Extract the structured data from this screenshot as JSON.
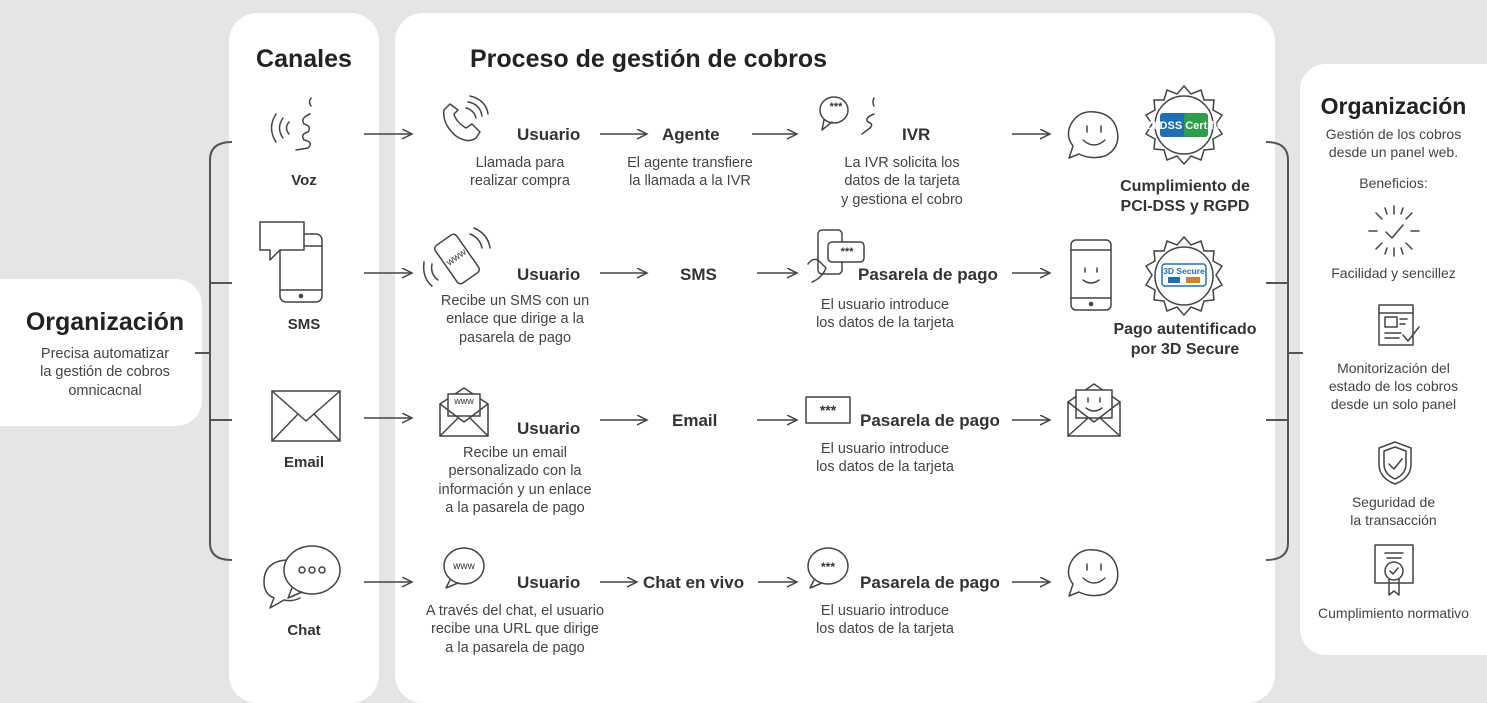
{
  "left_org": {
    "title": "Organización",
    "desc": "Precisa automatizar\nla gestión de cobros\nomnicacnal"
  },
  "channels": {
    "title": "Canales",
    "items": [
      {
        "label": "Voz",
        "icon": "voice-icon"
      },
      {
        "label": "SMS",
        "icon": "smartphone-sms-icon"
      },
      {
        "label": "Email",
        "icon": "envelope-icon"
      },
      {
        "label": "Chat",
        "icon": "chat-bubbles-icon"
      }
    ]
  },
  "process": {
    "title": "Proceso de gestión de cobros",
    "voz": {
      "user_label": "Usuario",
      "user_desc": "Llamada para\nrealizar compra",
      "agent_label": "Agente",
      "agent_desc": "El agente transfiere\nla llamada a la IVR",
      "ivr_label": "IVR",
      "ivr_desc": "La IVR solicita los\ndatos de la tarjeta\ny gestiona el cobro",
      "cert_label": "Cumplimiento de\nPCI-DSS y RGPD",
      "badge_text": "PCI DSS Certified"
    },
    "sms": {
      "user_label": "Usuario",
      "user_desc": "Recibe un SMS con un\nenlace que dirige a la\npasarela de pago",
      "mid_label": "SMS",
      "gateway_label": "Pasarela de pago",
      "gateway_desc": "El usuario introduce\nlos datos de la tarjeta",
      "cert_label": "Pago autentificado\npor 3D Secure",
      "badge_text": "3D Secure"
    },
    "email": {
      "user_label": "Usuario",
      "user_desc": "Recibe un email\npersonalizado con la\ninformación y un enlace\na la pasarela de pago",
      "mid_label": "Email",
      "gateway_label": "Pasarela de pago",
      "gateway_desc": "El usuario introduce\nlos datos de la tarjeta"
    },
    "chat": {
      "user_label": "Usuario",
      "user_desc": "A través del chat, el usuario\nrecibe una URL que dirige\na la pasarela de pago",
      "mid_label": "Chat en vivo",
      "gateway_label": "Pasarela de pago",
      "gateway_desc": "El usuario introduce\nlos datos de la tarjeta"
    }
  },
  "right_org": {
    "title": "Organización",
    "desc": "Gestión de los cobros\ndesde un panel web.",
    "benefits_label": "Beneficios:",
    "benefits": [
      {
        "label": "Facilidad y sencillez",
        "icon": "sparkle-check-icon"
      },
      {
        "label": "Monitorización del\nestado de los cobros\ndesde un solo panel",
        "icon": "dashboard-check-icon"
      },
      {
        "label": "Seguridad de\nla transacción",
        "icon": "shield-check-icon"
      },
      {
        "label": "Cumplimiento normativo",
        "icon": "certificate-icon"
      }
    ]
  },
  "icons": {
    "www": "www",
    "stars": "***"
  },
  "colors": {
    "background": "#e5e5e5",
    "panel": "#ffffff",
    "ink": "#444444",
    "pci_blue": "#1f6fb5",
    "pci_green": "#2e9e4a"
  }
}
